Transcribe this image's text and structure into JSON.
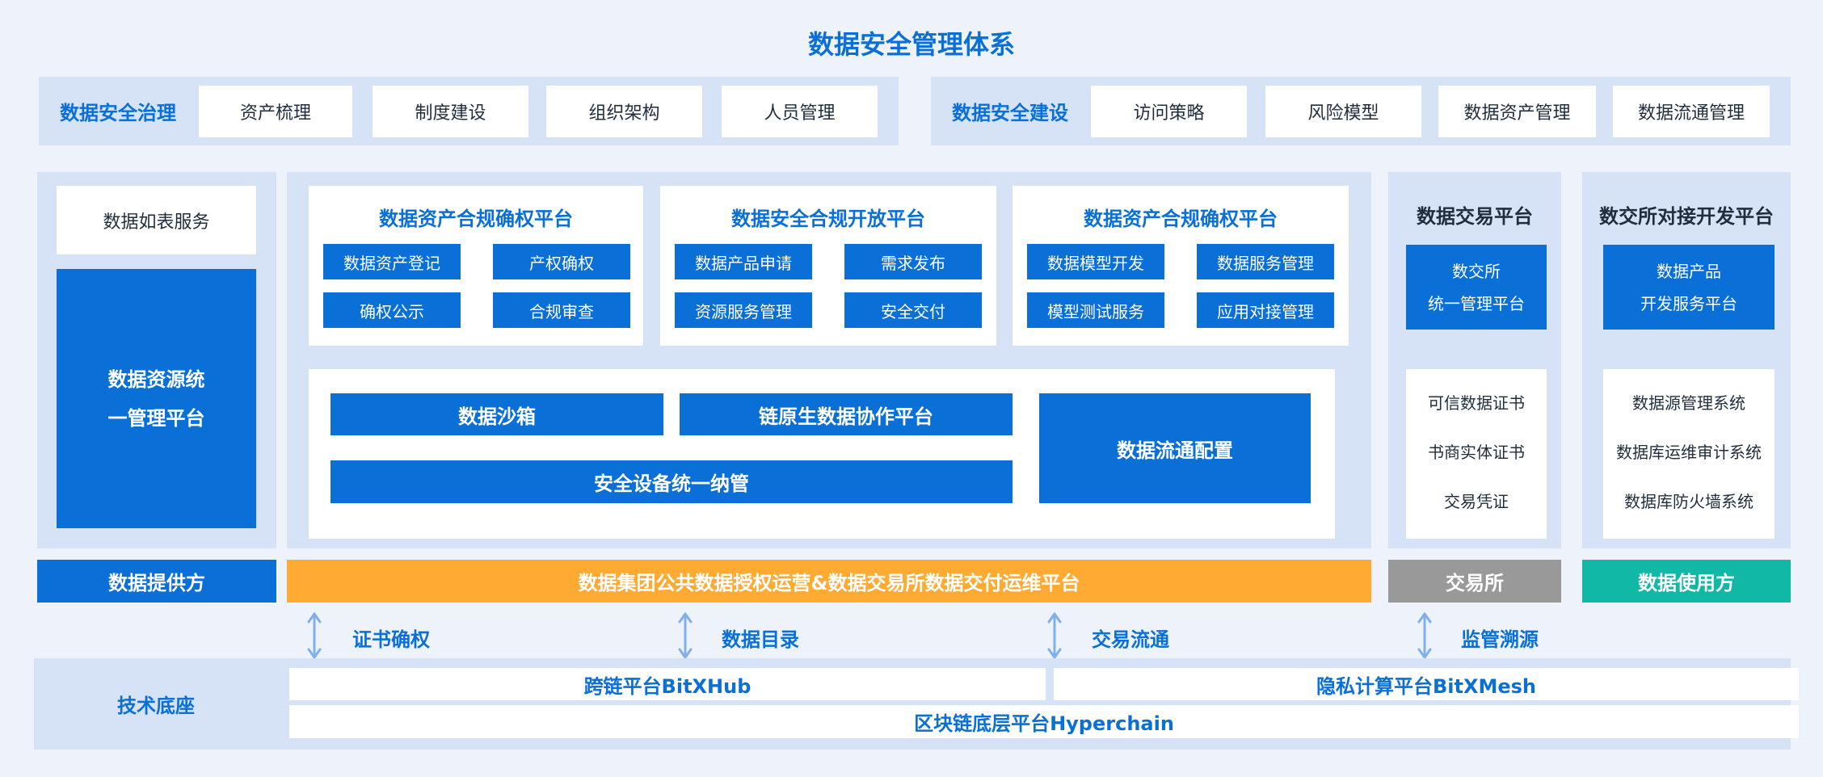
{
  "title": "数据安全管理体系",
  "governance": {
    "label": "数据安全治理",
    "items": [
      "资产梳理",
      "制度建设",
      "组织架构",
      "人员管理"
    ]
  },
  "construction": {
    "label": "数据安全建设",
    "items": [
      "访问策略",
      "风险模型",
      "数据资产管理",
      "数据流通管理"
    ]
  },
  "left_column": {
    "service": "数据如表服务",
    "platform_line1": "数据资源统",
    "platform_line2": "一管理平台",
    "footer": "数据提供方"
  },
  "platforms": [
    {
      "title": "数据资产合规确权平台",
      "items": [
        "数据资产登记",
        "产权确权",
        "确权公示",
        "合规审查"
      ]
    },
    {
      "title": "数据安全合规开放平台",
      "items": [
        "数据产品申请",
        "需求发布",
        "资源服务管理",
        "安全交付"
      ]
    },
    {
      "title": "数据资产合规确权平台",
      "items": [
        "数据模型开发",
        "数据服务管理",
        "模型测试服务",
        "应用对接管理"
      ]
    }
  ],
  "lower_center": {
    "sandbox": "数据沙箱",
    "chain_collab": "链原生数据协作平台",
    "device_mgmt": "安全设备统一纳管",
    "flow_config": "数据流通配置"
  },
  "center_footer": "数据集团公共数据授权运营&数据交易所数据交付运维平台",
  "exchange": {
    "title": "数据交易平台",
    "box_line1": "数交所",
    "box_line2": "统一管理平台",
    "items": [
      "可信数据证书",
      "书商实体证书",
      "交易凭证"
    ],
    "footer": "交易所"
  },
  "dev": {
    "title": "数交所对接开发平台",
    "box_line1": "数据产品",
    "box_line2": "开发服务平台",
    "items": [
      "数据源管理系统",
      "数据库运维审计系统",
      "数据库防火墙系统"
    ],
    "footer": "数据使用方"
  },
  "links": [
    "证书确权",
    "数据目录",
    "交易流通",
    "监管溯源"
  ],
  "tech": {
    "label": "技术底座",
    "bitxhub": "跨链平台BitXHub",
    "bitxmesh": "隐私计算平台BitXMesh",
    "hyperchain": "区块链底层平台Hyperchain"
  },
  "colors": {
    "accent": "#0a6fd6",
    "panel": "#d6e3f6",
    "background": "#eef3fb",
    "orange": "#ffaa33",
    "gray": "#999999",
    "teal": "#12b8a6",
    "arrow": "#7fb0ec"
  }
}
